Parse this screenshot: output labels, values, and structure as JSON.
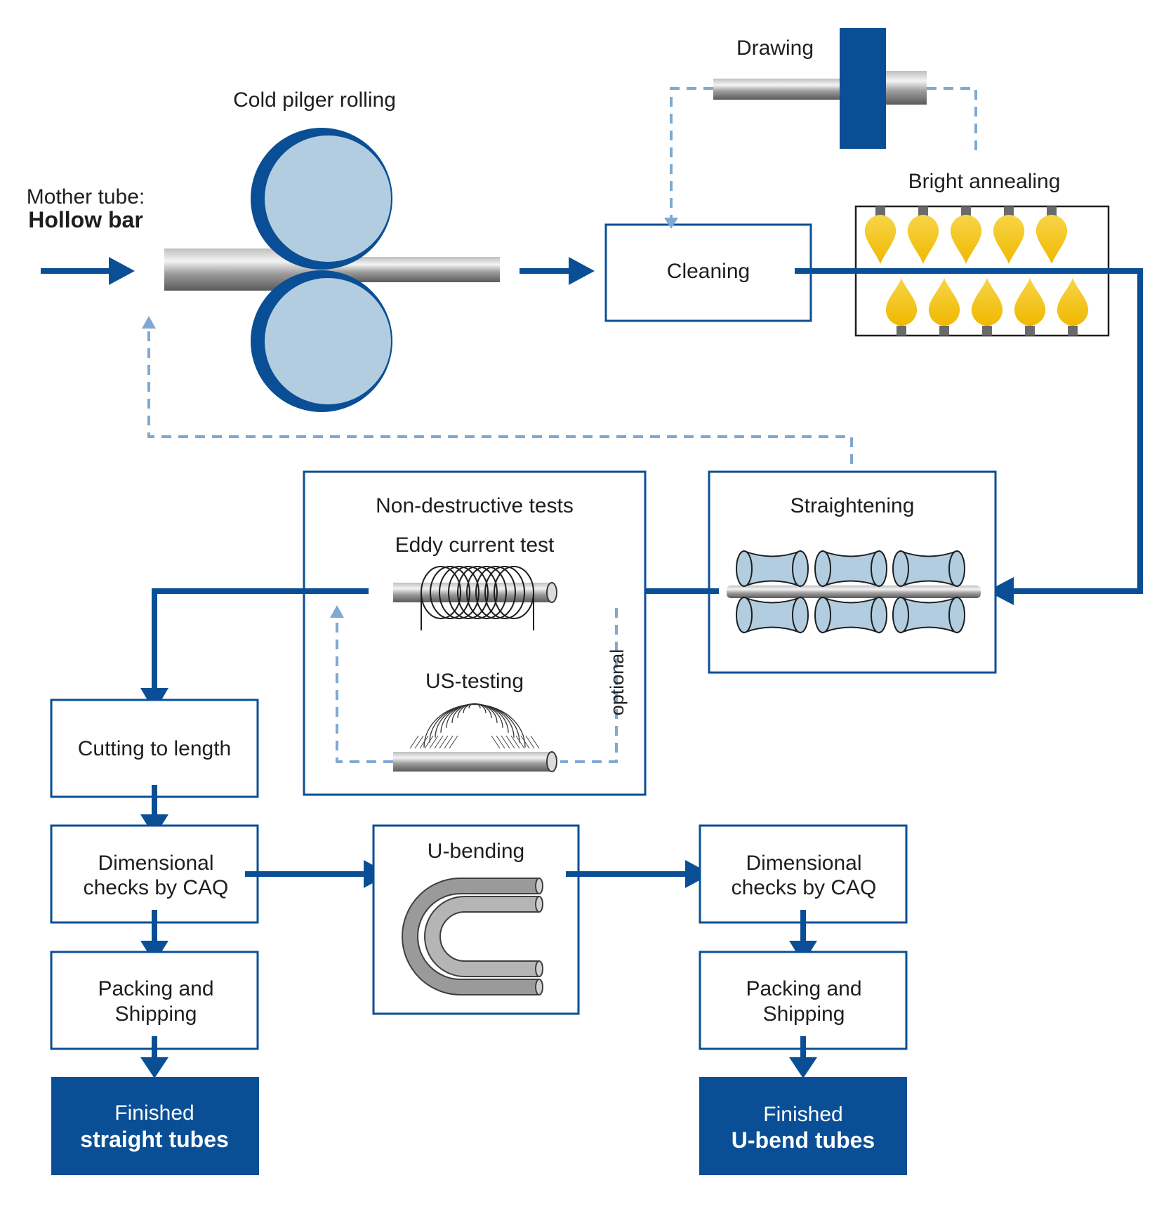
{
  "diagram": {
    "mother_tube": {
      "line1": "Mother tube:",
      "line2": "Hollow bar"
    },
    "cold_pilger_rolling": "Cold pilger rolling",
    "drawing": "Drawing",
    "bright_annealing": "Bright annealing",
    "cleaning": "Cleaning",
    "straightening": "Straightening",
    "non_destructive_tests": "Non-destructive tests",
    "eddy_current_test": "Eddy current test",
    "us_testing": "US-testing",
    "optional": "optional",
    "cutting_to_length": "Cutting to length",
    "dimensional_checks_left": {
      "line1": "Dimensional",
      "line2": "checks by CAQ"
    },
    "u_bending": "U-bending",
    "dimensional_checks_right": {
      "line1": "Dimensional",
      "line2": "checks by CAQ"
    },
    "packing_left": {
      "line1": "Packing and",
      "line2": "Shipping"
    },
    "packing_right": {
      "line1": "Packing and",
      "line2": "Shipping"
    },
    "finished_straight": {
      "line1": "Finished",
      "line2": "straight tubes"
    },
    "finished_ubend": {
      "line1": "Finished",
      "line2": "U-bend tubes"
    }
  },
  "colors": {
    "primary_blue": "#0a4f96",
    "light_blue_fill": "#b3cde0",
    "dashed_blue": "#7fa9d2",
    "flame_yellow": "#f5c518",
    "tube_gray": "#9a9a9a"
  }
}
